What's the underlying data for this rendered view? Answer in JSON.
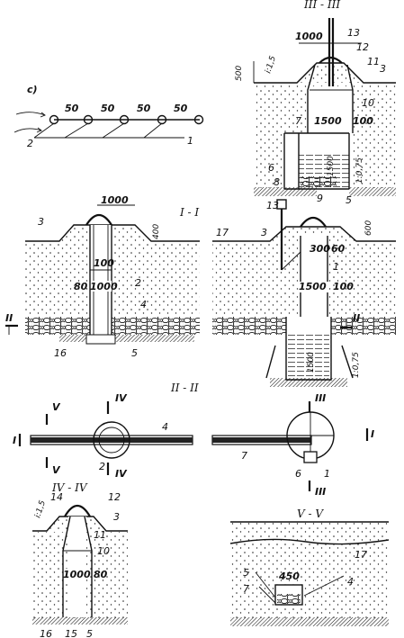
{
  "plan": {
    "letter": "с)",
    "spacings": [
      "50",
      "50",
      "50",
      "50"
    ],
    "labels": {
      "left": "2",
      "right": "1"
    }
  },
  "section_3": {
    "title": "III - III",
    "dims": {
      "top": "1000",
      "slope": "i:1,5",
      "height": "500",
      "width": "1500",
      "side": "100",
      "well": "1500",
      "ratio": "1:0,75"
    },
    "labels": [
      "13",
      "12",
      "11",
      "3",
      "10",
      "7",
      "6",
      "8",
      "9",
      "5"
    ]
  },
  "section_1": {
    "title": "I - I",
    "left": {
      "dims": {
        "top": "1000",
        "height": "400",
        "small": "100",
        "side": "80",
        "inner": "1000"
      },
      "labels": [
        "3",
        "2",
        "4",
        "16",
        "5"
      ],
      "cut": "II"
    },
    "right": {
      "dims": {
        "height": "600",
        "small": "300",
        "side": "60",
        "width": "1500",
        "side2": "100",
        "well": "1500",
        "ratio": "1:0,75"
      },
      "labels": [
        "13",
        "17",
        "3",
        "1"
      ],
      "cut": "II"
    }
  },
  "section_2": {
    "title": "II - II",
    "left": {
      "labels": [
        "4",
        "2"
      ],
      "cuts": [
        "V",
        "IV",
        "I",
        "V",
        "IV"
      ]
    },
    "right": {
      "labels": [
        "7",
        "6",
        "1"
      ],
      "cuts": [
        "III",
        "I",
        "III"
      ]
    }
  },
  "section_4": {
    "title": "IV - IV",
    "dims": {
      "slope": "i:1,5",
      "inner": "1000",
      "side": "80"
    },
    "labels": [
      "14",
      "12",
      "3",
      "11",
      "10",
      "16",
      "15",
      "5"
    ]
  },
  "section_5": {
    "title": "V - V",
    "dims": {
      "width": "450"
    },
    "labels": [
      "17",
      "5",
      "7",
      "4"
    ]
  }
}
